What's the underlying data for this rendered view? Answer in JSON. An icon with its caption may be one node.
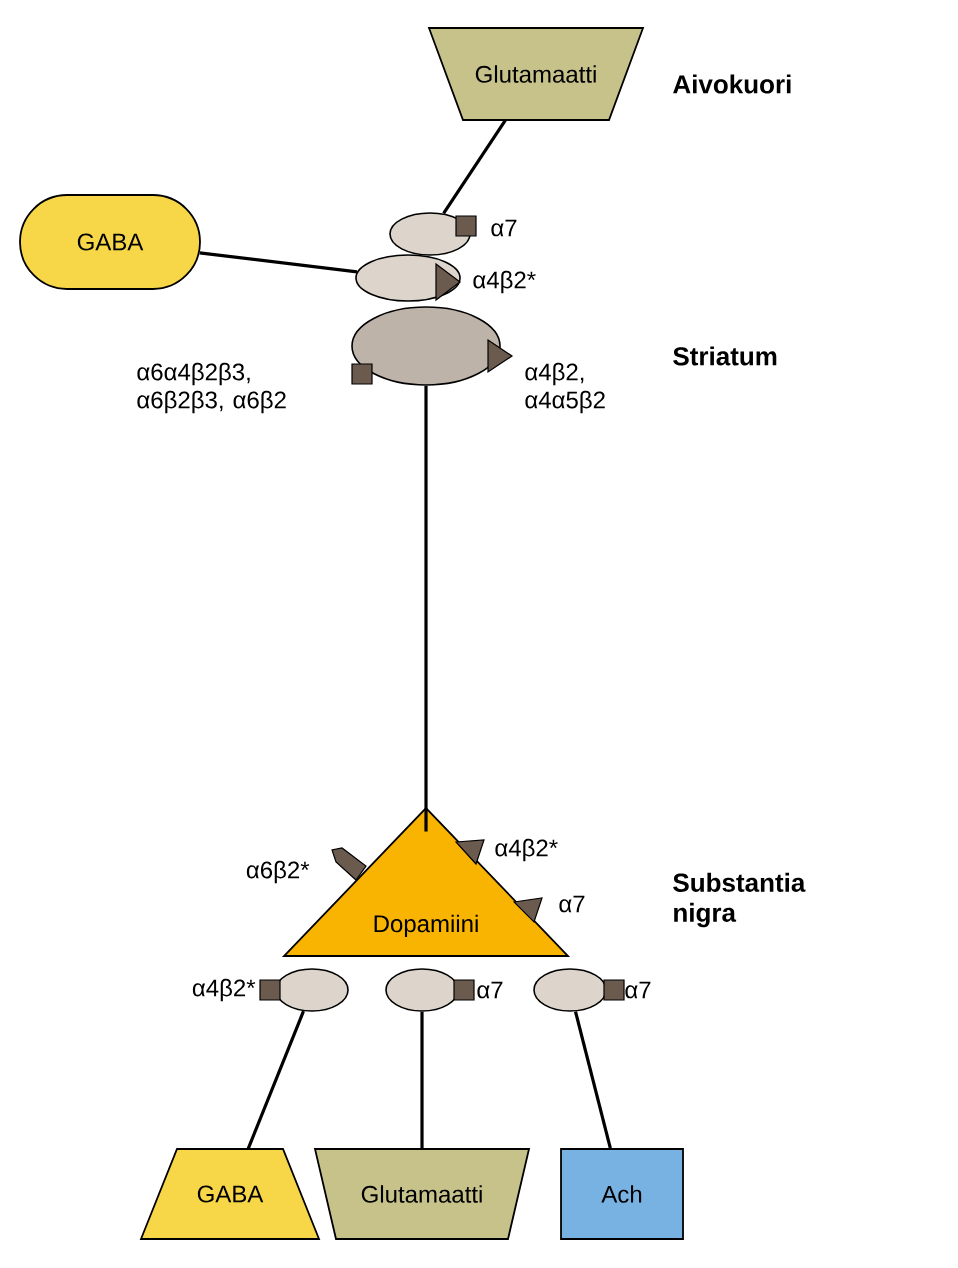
{
  "diagram": {
    "nodes": [
      {
        "text": [
          "Glutamaatti"
        ]
      },
      {
        "text": [
          "GABA"
        ]
      },
      {
        "text": [],
        "shape": "ellipse",
        "beside": [
          "α7"
        ]
      },
      {
        "text": [],
        "shape": "ellipse",
        "beside": [
          "α4β2*"
        ]
      },
      {
        "text": [],
        "shape": "ellipse",
        "beside": [
          "α6α4β2β3, α6β2β3, α6β2",
          "α4β2, α4α5β2"
        ]
      },
      {
        "text": [
          "Dopamiini"
        ],
        "beside": [
          "α6β2*",
          "α4β2*",
          "α7"
        ]
      },
      {
        "text": [],
        "shape": "ellipse",
        "beside": [
          "α4β2*"
        ]
      },
      {
        "text": [],
        "shape": "ellipse",
        "beside": [
          "α7"
        ]
      },
      {
        "text": [],
        "shape": "ellipse",
        "beside": [
          "α7"
        ]
      },
      {
        "text": [
          "GABA"
        ]
      },
      {
        "text": [
          "Glutamaatti"
        ]
      },
      {
        "text": [
          "Ach"
        ]
      }
    ],
    "edges": [
      {
        "from": 0,
        "to": 2,
        "arrow": "none"
      },
      {
        "from": 1,
        "to": 3,
        "arrow": "none"
      },
      {
        "from": 4,
        "to": 5,
        "arrow": "none"
      },
      {
        "from": 6,
        "to": 9,
        "arrow": "none"
      },
      {
        "from": 7,
        "to": 10,
        "arrow": "none"
      },
      {
        "from": 8,
        "to": 11,
        "arrow": "none"
      }
    ],
    "labels": [
      "Aivokuori",
      "Striatum",
      "Substantia nigra"
    ]
  }
}
